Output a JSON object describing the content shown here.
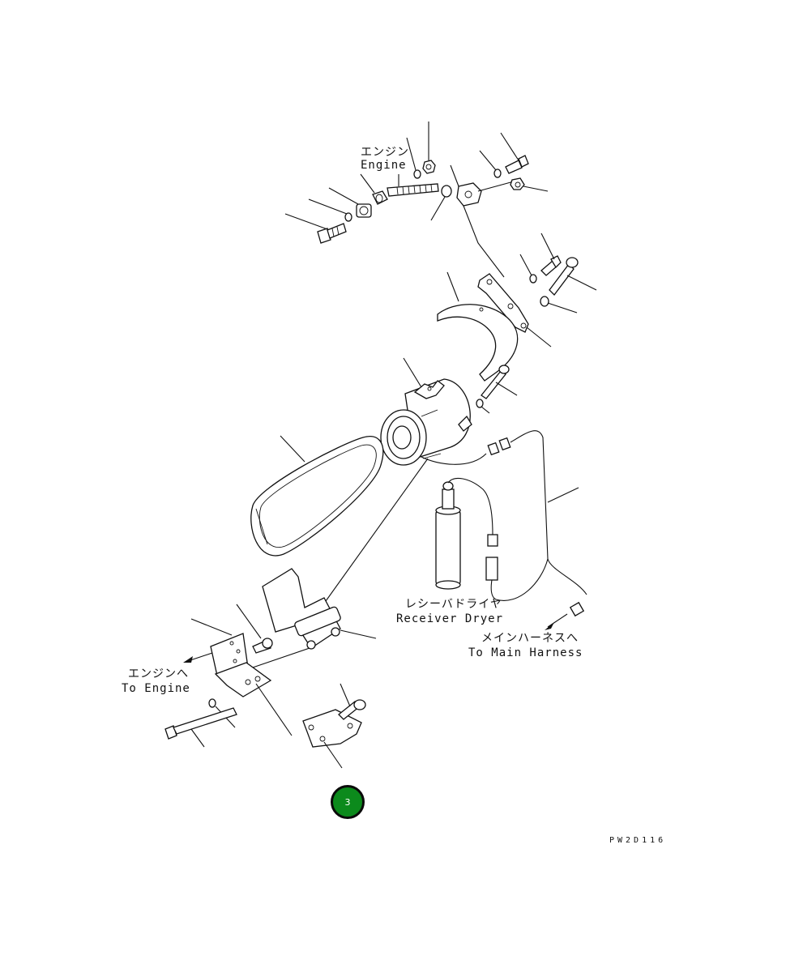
{
  "labels": {
    "engine_top_jp": "エンジン",
    "engine_top_en": "Engine",
    "receiver_jp": "レシーバドライヤ",
    "receiver_en": "Receiver Dryer",
    "harness_jp": "メインハーネスへ",
    "harness_en": "To Main Harness",
    "engine_bottom_jp": "エンジンへ",
    "engine_bottom_en": "To Engine"
  },
  "drawing_code": "PW2D116",
  "page_badge": "3",
  "colors": {
    "line": "#111111",
    "badge_fill": "#0c8a1c",
    "badge_border": "#0a0a0a",
    "background": "#ffffff"
  }
}
